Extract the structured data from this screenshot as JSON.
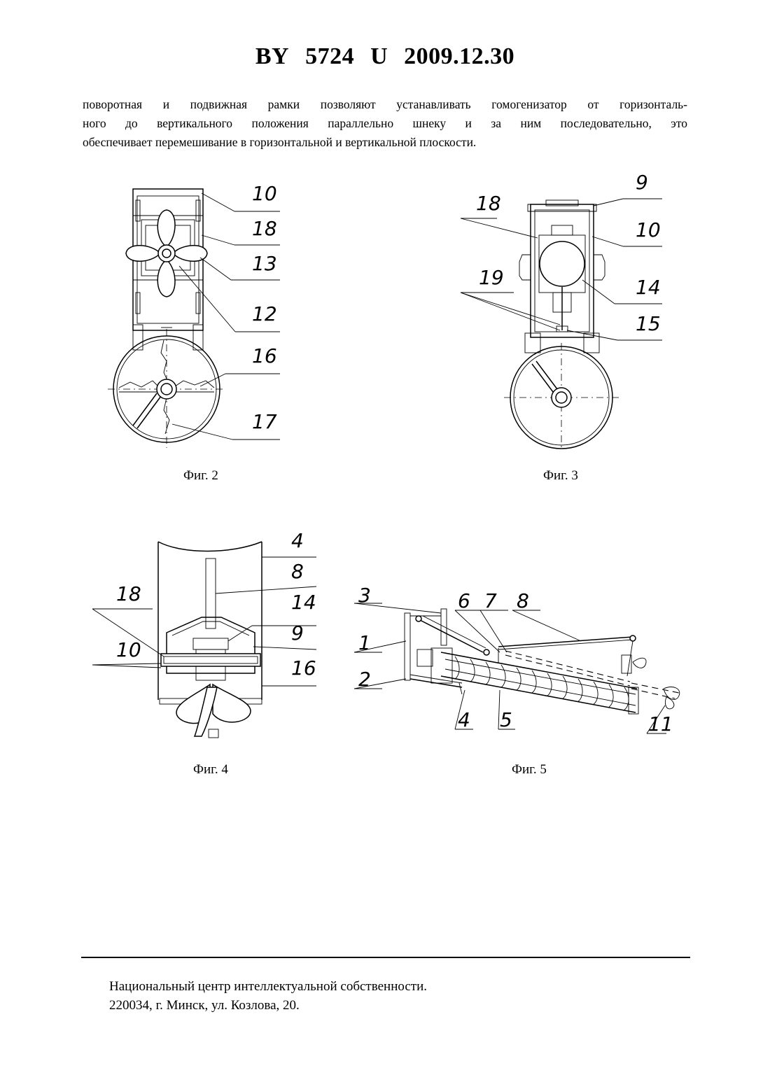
{
  "header": {
    "country": "BY",
    "number": "5724",
    "kind": "U",
    "date": "2009.12.30"
  },
  "body_text": {
    "lines": [
      "поворотная и подвижная рамки позволяют устанавливать гомогенизатор от горизонталь-",
      "ного до вертикального положения параллельно шнеку и за ним последовательно, это",
      "обеспечивает перемешивание в горизонтальной и вертикальной плоскости."
    ]
  },
  "figures": {
    "fig2": {
      "caption": "Фиг. 2",
      "labels": [
        "10",
        "18",
        "13",
        "12",
        "16",
        "17"
      ]
    },
    "fig3": {
      "caption": "Фиг. 3",
      "labels": [
        "9",
        "18",
        "10",
        "19",
        "14",
        "15"
      ]
    },
    "fig4": {
      "caption": "Фиг. 4",
      "labels": [
        "4",
        "8",
        "18",
        "14",
        "9",
        "10",
        "16"
      ]
    },
    "fig5": {
      "caption": "Фиг. 5",
      "labels": [
        "3",
        "6",
        "7",
        "8",
        "1",
        "2",
        "4",
        "5",
        "11"
      ]
    }
  },
  "footer": {
    "line1": "Национальный центр интеллектуальной собственности.",
    "line2": "220034, г. Минск, ул. Козлова, 20."
  }
}
